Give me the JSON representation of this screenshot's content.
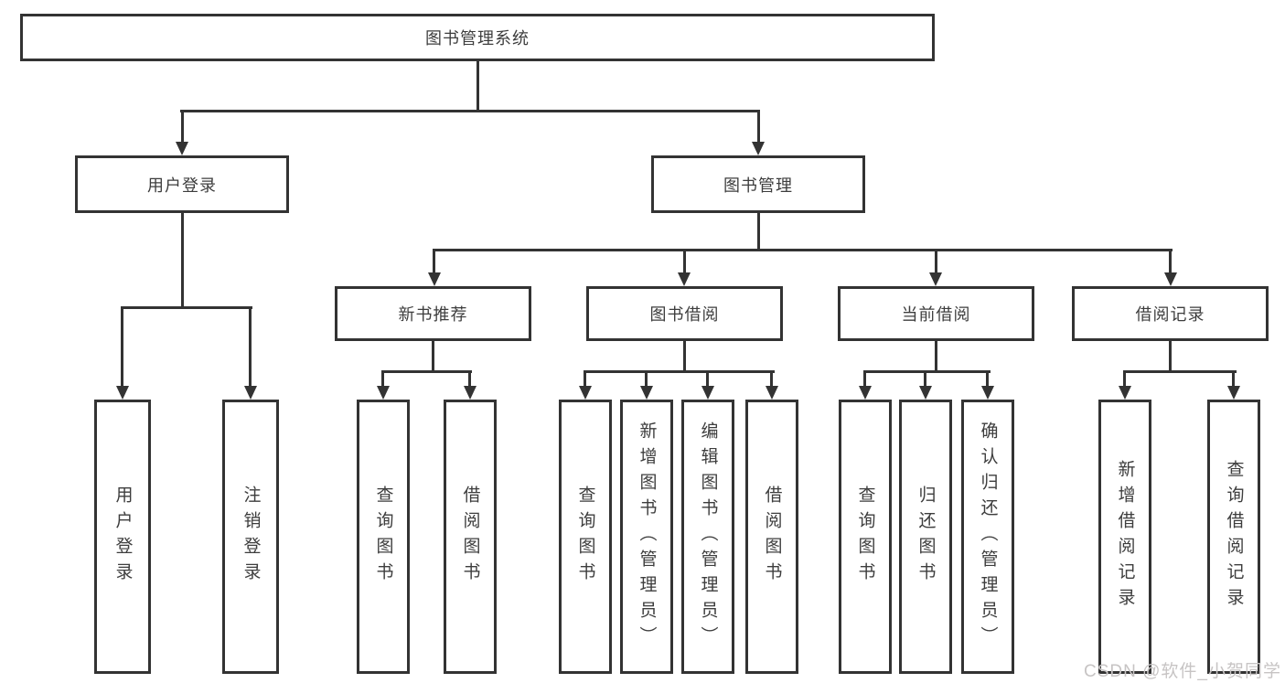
{
  "tree": {
    "label": "图书管理系统",
    "children": [
      {
        "label": "用户登录",
        "children": [
          {
            "label": "用户登录"
          },
          {
            "label": "注销登录"
          }
        ]
      },
      {
        "label": "图书管理",
        "children": [
          {
            "label": "新书推荐",
            "children": [
              {
                "label": "查询图书"
              },
              {
                "label": "借阅图书"
              }
            ]
          },
          {
            "label": "图书借阅",
            "children": [
              {
                "label": "查询图书"
              },
              {
                "label": "新增图书（管理员）"
              },
              {
                "label": "编辑图书（管理员）"
              },
              {
                "label": "借阅图书"
              }
            ]
          },
          {
            "label": "当前借阅",
            "children": [
              {
                "label": "查询图书"
              },
              {
                "label": "归还图书"
              },
              {
                "label": "确认归还（管理员）"
              }
            ]
          },
          {
            "label": "借阅记录",
            "children": [
              {
                "label": "新增借阅记录"
              },
              {
                "label": "查询借阅记录"
              }
            ]
          }
        ]
      }
    ]
  },
  "watermark": {
    "text": "CSDN @软件_小贺同学"
  },
  "colors": {
    "line": "#333333",
    "box_border": "#333333",
    "label_text": "#3d3d3d",
    "watermark_text": "#c7c4c4",
    "background": "#ffffff"
  }
}
